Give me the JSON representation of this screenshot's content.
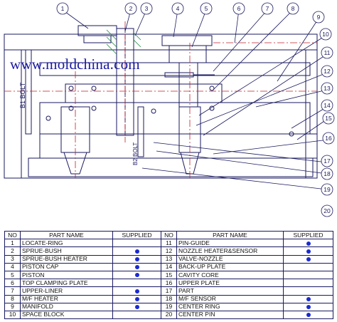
{
  "watermark": "www.moldchina.com",
  "bolt_labels": {
    "b1": "B1 BOLT",
    "b2": "B2 BOLT"
  },
  "callouts": [
    "1",
    "2",
    "3",
    "4",
    "5",
    "6",
    "7",
    "8",
    "9",
    "10",
    "11",
    "12",
    "13",
    "14",
    "15",
    "16",
    "17",
    "18",
    "19",
    "20"
  ],
  "table": {
    "headers": {
      "no": "NO",
      "part_name": "PART NAME",
      "supplied": "SUPPLIED"
    },
    "left": [
      {
        "no": "1",
        "name": "LOCATE-RING",
        "supplied": false
      },
      {
        "no": "2",
        "name": "SPRUE-BUSH",
        "supplied": true
      },
      {
        "no": "3",
        "name": "SPRUE-BUSH HEATER",
        "supplied": true
      },
      {
        "no": "4",
        "name": "PISTON CAP",
        "supplied": true
      },
      {
        "no": "5",
        "name": "PISTON",
        "supplied": true
      },
      {
        "no": "6",
        "name": "TOP CLAMPING PLATE",
        "supplied": false
      },
      {
        "no": "7",
        "name": "UPPER-LINER",
        "supplied": true
      },
      {
        "no": "8",
        "name": "M/F HEATER",
        "supplied": true
      },
      {
        "no": "9",
        "name": "MANIFOLD",
        "supplied": true
      },
      {
        "no": "10",
        "name": "SPACE BLOCK",
        "supplied": false
      }
    ],
    "right": [
      {
        "no": "11",
        "name": "PIN-GUIDE",
        "supplied": true
      },
      {
        "no": "12",
        "name": "NOZZLE HEATER&SENSOR",
        "supplied": true
      },
      {
        "no": "13",
        "name": "VALVE-NOZZLE",
        "supplied": true
      },
      {
        "no": "14",
        "name": "BACK-UP PLATE",
        "supplied": false
      },
      {
        "no": "15",
        "name": "CAVITY CORE",
        "supplied": false
      },
      {
        "no": "16",
        "name": "UPPER PLATE",
        "supplied": false
      },
      {
        "no": "17",
        "name": "PART",
        "supplied": false
      },
      {
        "no": "18",
        "name": "M/F SENSOR",
        "supplied": true
      },
      {
        "no": "19",
        "name": "CENTER RING",
        "supplied": true
      },
      {
        "no": "20",
        "name": "CENTER PIN",
        "supplied": true
      }
    ]
  },
  "colors": {
    "line": "#1a1a60",
    "section_red": "#c0202a",
    "dot_blue": "#1a2ad0",
    "hatch_green": "#1a8a3a",
    "watermark": "#1a1aa0"
  }
}
